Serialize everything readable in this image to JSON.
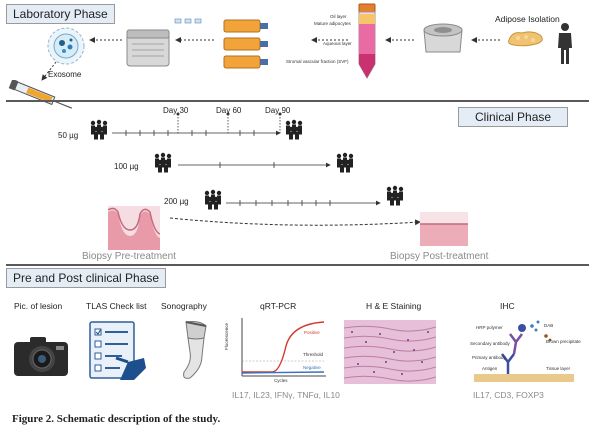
{
  "lab_phase": {
    "title": "Laboratory Phase",
    "exosome_label": "Exosome",
    "adipose_label": "Adipose Isolation",
    "tube_labels": [
      "Oil layer",
      "Mature adipocytes",
      "Aqueous layer",
      "Stromal vascular fraction (SVF)"
    ]
  },
  "clinical_phase": {
    "title": "Clinical Phase",
    "days": [
      "Day 30",
      "Day 60",
      "Day 90"
    ],
    "doses": [
      "50 µg",
      "100 µg",
      "200 µg"
    ],
    "biopsy_pre": "Biopsy Pre-treatment",
    "biopsy_post": "Biopsy Post-treatment"
  },
  "post_phase": {
    "title": "Pre and Post clinical Phase",
    "items": [
      {
        "label": "Pic. of lesion",
        "icon": "camera-icon"
      },
      {
        "label": "TLAS Check list",
        "icon": "checklist-icon"
      },
      {
        "label": "Sonography",
        "icon": "ultrasound-probe-icon"
      },
      {
        "label": "qRT-PCR",
        "icon": "pcr-chart-icon"
      },
      {
        "label": "H & E Staining",
        "icon": "histology-icon"
      },
      {
        "label": "IHC",
        "icon": "antibody-icon"
      }
    ],
    "pcr_labels": {
      "positive": "Positive",
      "threshold": "Threshold",
      "negative": "Negative",
      "ylabel": "Fluorescence",
      "xlabel": "Cycles"
    },
    "ihc_labels": [
      "HRP polymer",
      "DAB",
      "Brown precipitate",
      "Secondary antibody",
      "Primary antibody",
      "Antigen",
      "Tissue layer"
    ],
    "pcr_markers": "IL17, IL23, IFNγ, TNFα, IL10",
    "ihc_markers": "IL17, CD3, FOXP3"
  },
  "caption": {
    "prefix": "Figure 2",
    "text": ". Schematic description of the study."
  },
  "colors": {
    "phase_box_bg": "#e4edf6",
    "tube_pink": "#d94a86",
    "tube_orange": "#f0a531",
    "flask_orange": "#f2a43a",
    "pcr_positive": "#d23a2a",
    "pcr_negative": "#3a6fc4",
    "skin_pink": "#f0b9c2"
  }
}
